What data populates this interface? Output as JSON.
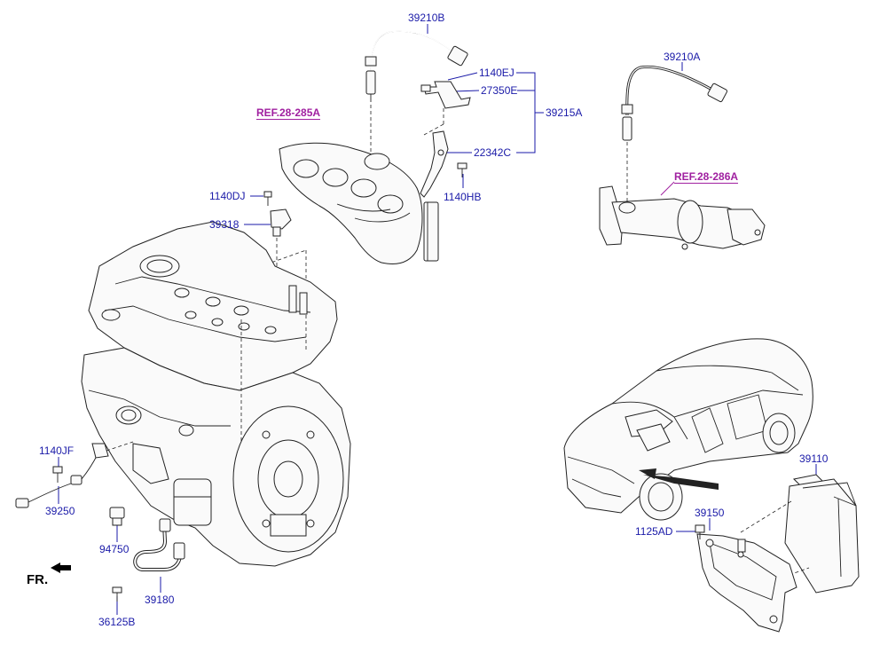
{
  "labels": {
    "p39210B": "39210B",
    "p1140EJ": "1140EJ",
    "p27350E": "27350E",
    "p39215A": "39215A",
    "p22342C": "22342C",
    "p1140HB": "1140HB",
    "p39210A": "39210A",
    "p1140DJ": "1140DJ",
    "p39318": "39318",
    "p1140JF": "1140JF",
    "p39250": "39250",
    "p94750": "94750",
    "p36125B": "36125B",
    "p39180": "39180",
    "p39110": "39110",
    "p39150": "39150",
    "p1125AD": "1125AD"
  },
  "refs": {
    "ref28_285A": "REF.28-285A",
    "ref28_286A": "REF.28-286A"
  },
  "direction": {
    "front": "FR."
  },
  "colors": {
    "label": "#1a1aa8",
    "ref": "#a020a0",
    "linework": "#222222"
  }
}
